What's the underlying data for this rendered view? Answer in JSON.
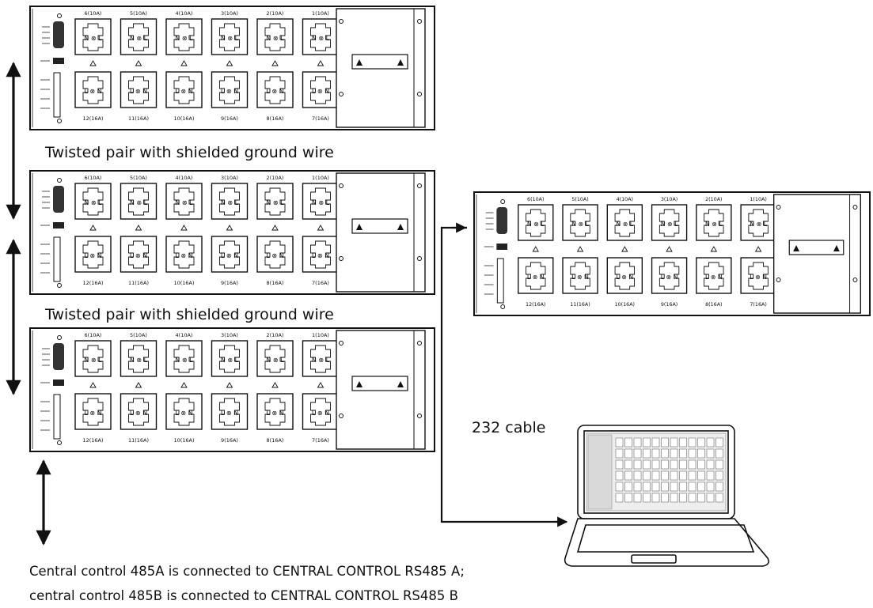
{
  "labels": {
    "twisted_pair_1": "Twisted pair with shielded ground wire",
    "twisted_pair_2": "Twisted pair with shielded ground wire",
    "cable_232": "232 cable",
    "note_line_1": "Central control 485A is connected to CENTRAL CONTROL RS485 A;",
    "note_line_2": "central control 485B is connected to CENTRAL CONTROL RS485 B"
  },
  "pdu": {
    "top_outlets": [
      "6(10A)",
      "5(10A)",
      "4(10A)",
      "3(10A)",
      "2(10A)",
      "1(10A)"
    ],
    "bottom_outlets": [
      "12(16A)",
      "11(16A)",
      "10(16A)",
      "9(16A)",
      "8(16A)",
      "7(16A)"
    ],
    "outlet_glyph_top": "N ⊗ L",
    "outlet_glyph_bottom": "L ⊗ N"
  },
  "colors": {
    "line": "#111111",
    "background": "#ffffff",
    "text": "#111111"
  }
}
